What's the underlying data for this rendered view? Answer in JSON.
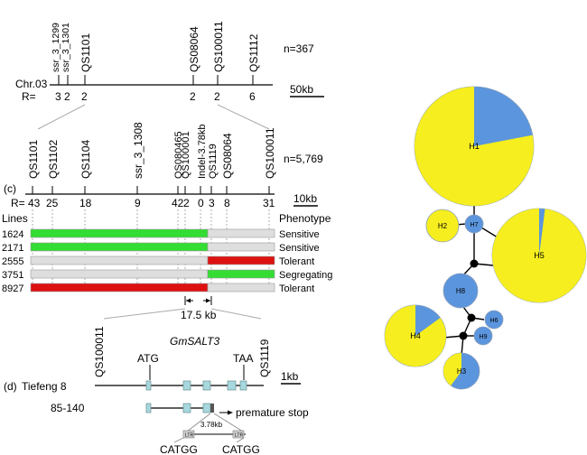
{
  "panel_a": {
    "chromosome": "Chr.03",
    "r_label": "R=",
    "n_label": "n=367",
    "scale_label": "50kb",
    "markers": [
      "ssr_3_1299",
      "ssr_3_1301",
      "QS1101",
      "QS08064",
      "QS100011",
      "QS1112"
    ],
    "r_values": [
      "3",
      "2",
      "2",
      "2",
      "2",
      "6"
    ]
  },
  "panel_c": {
    "panel_letter": "(c)",
    "r_label": "R=",
    "n_label": "n=5,769",
    "scale_label": "10kb",
    "markers": [
      "QS1101",
      "QS1102",
      "QS1104",
      "ssr_3_1308",
      "QS080465",
      "QS100001",
      "Indel-3.78kb",
      "QS1119",
      "QS08064",
      "QS100011"
    ],
    "r_values": [
      "43",
      "25",
      "18",
      "9",
      "42",
      "2",
      "0",
      "3",
      "8",
      "31"
    ],
    "lines_header": "Lines",
    "phenotype_header": "Phenotype",
    "lines": [
      {
        "id": "1624",
        "phenotype": "Sensitive"
      },
      {
        "id": "2171",
        "phenotype": "Sensitive"
      },
      {
        "id": "2555",
        "phenotype": "Tolerant"
      },
      {
        "id": "3751",
        "phenotype": "Segregating"
      },
      {
        "id": "8927",
        "phenotype": "Tolerant"
      }
    ],
    "interval_label": "17.5 kb",
    "colors": {
      "green": "#33dd33",
      "red": "#dd1111",
      "grey": "#dedede"
    }
  },
  "panel_d": {
    "panel_letter": "(d)",
    "gene_name": "GmSALT3",
    "left_marker": "QS100011",
    "right_marker": "QS1119",
    "atg_label": "ATG",
    "taa_label": "TAA",
    "scale_label": "1kb",
    "allele_1": "Tiefeng 8",
    "allele_2": "85-140",
    "insertion_size": "3.78kb",
    "ltr_left": "LTR",
    "ltr_right": "LTR",
    "stop_label": "premature stop",
    "motif_left": "CATGG",
    "motif_right": "CATGG",
    "colors": {
      "exon": "#a6d8dd",
      "insertion": "#555555"
    }
  },
  "network": {
    "haplotypes": [
      {
        "name": "H1",
        "yellow_fraction": 0.78
      },
      {
        "name": "H2",
        "yellow_fraction": 1.0
      },
      {
        "name": "H3",
        "yellow_fraction": 0.4
      },
      {
        "name": "H4",
        "yellow_fraction": 0.85
      },
      {
        "name": "H5",
        "yellow_fraction": 0.98
      },
      {
        "name": "H6",
        "yellow_fraction": 0.0
      },
      {
        "name": "H7",
        "yellow_fraction": 0.0
      },
      {
        "name": "H8",
        "yellow_fraction": 0.0
      },
      {
        "name": "H9",
        "yellow_fraction": 0.0
      }
    ],
    "colors": {
      "yellow": "#f6ee1e",
      "blue": "#5b95dd",
      "outline": "#8aa0bb"
    }
  }
}
